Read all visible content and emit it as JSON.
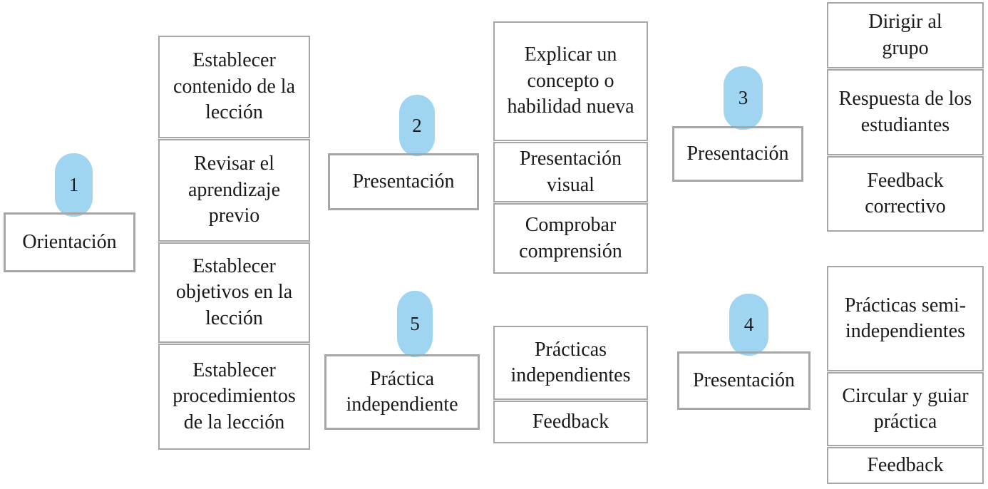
{
  "colors": {
    "badge": "#9fd5f0",
    "border": "#a6a6a6",
    "text": "#1a1a1a",
    "background": "#ffffff"
  },
  "phases": [
    {
      "number": "1",
      "label": "Orientación"
    },
    {
      "number": "2",
      "label": "Presentación"
    },
    {
      "number": "3",
      "label": "Presentación"
    },
    {
      "number": "4",
      "label": "Presentación"
    },
    {
      "number": "5",
      "label": "Práctica independiente"
    }
  ],
  "steps": {
    "orientacion": [
      "Establecer contenido de la lección",
      "Revisar el aprendizaje previo",
      "Establecer objetivos en la lección",
      "Establecer procedimientos de la lección"
    ],
    "presentacion2": [
      "Explicar un concepto o habilidad nueva",
      "Presentación visual",
      "Comprobar comprensión"
    ],
    "presentacion3": [
      "Dirigir al grupo",
      "Respuesta de los estudiantes",
      "Feedback correctivo"
    ],
    "presentacion4": [
      "Prácticas semi-independientes",
      "Circular y guiar práctica",
      "Feedback"
    ],
    "practica5": [
      "Prácticas independientes",
      "Feedback"
    ]
  }
}
